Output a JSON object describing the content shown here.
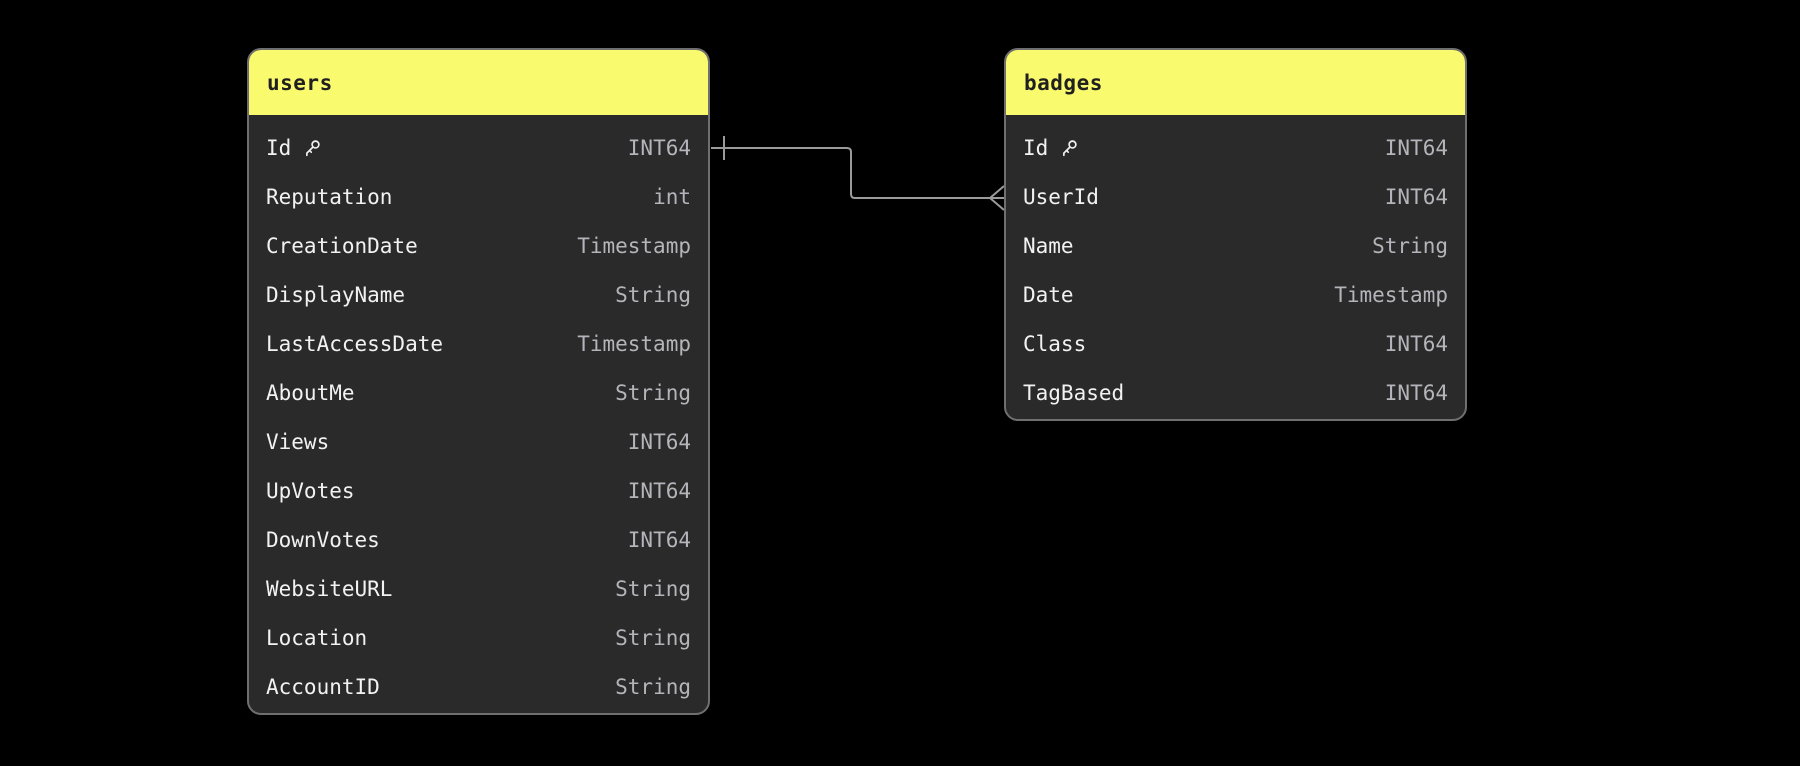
{
  "diagram": {
    "tables": [
      {
        "name": "users",
        "fields": [
          {
            "name": "Id",
            "type": "INT64",
            "primary_key": true
          },
          {
            "name": "Reputation",
            "type": "int"
          },
          {
            "name": "CreationDate",
            "type": "Timestamp"
          },
          {
            "name": "DisplayName",
            "type": "String"
          },
          {
            "name": "LastAccessDate",
            "type": "Timestamp"
          },
          {
            "name": "AboutMe",
            "type": "String"
          },
          {
            "name": "Views",
            "type": "INT64"
          },
          {
            "name": "UpVotes",
            "type": "INT64"
          },
          {
            "name": "DownVotes",
            "type": "INT64"
          },
          {
            "name": "WebsiteURL",
            "type": "String"
          },
          {
            "name": "Location",
            "type": "String"
          },
          {
            "name": "AccountID",
            "type": "String"
          }
        ]
      },
      {
        "name": "badges",
        "fields": [
          {
            "name": "Id",
            "type": "INT64",
            "primary_key": true
          },
          {
            "name": "UserId",
            "type": "INT64"
          },
          {
            "name": "Name",
            "type": "String"
          },
          {
            "name": "Date",
            "type": "Timestamp"
          },
          {
            "name": "Class",
            "type": "INT64"
          },
          {
            "name": "TagBased",
            "type": "INT64"
          }
        ]
      }
    ],
    "relationships": [
      {
        "from_table": "users",
        "from_field": "Id",
        "to_table": "badges",
        "to_field": "UserId",
        "from_cardinality": "one",
        "to_cardinality": "many"
      }
    ]
  },
  "theme": {
    "canvas_bg": "#000000",
    "header_bg": "#f9fa6d",
    "header_text": "#202020",
    "table_bg": "#2a2a2a",
    "table_border": "#6f6f6f",
    "field_name_color": "#f2f2f2",
    "field_type_color": "#b4b4ba",
    "edge_color": "#9a9a9a",
    "key_icon_color": "#f2f2f2"
  }
}
